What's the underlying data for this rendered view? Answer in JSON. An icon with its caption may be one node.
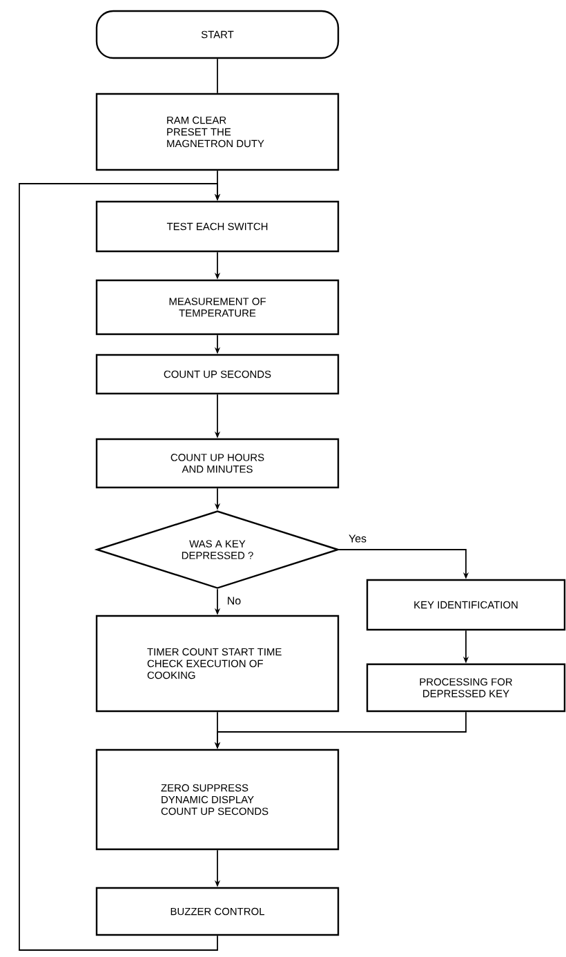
{
  "diagram": {
    "nodes": [
      {
        "text": [
          "START"
        ]
      },
      {
        "text": [
          "RAM CLEAR PRESET THE MAGNETRON DUTY"
        ]
      },
      {
        "text": [
          "TEST EACH SWITCH"
        ]
      },
      {
        "text": [
          "MEASUREMENT OF TEMPERATURE"
        ]
      },
      {
        "text": [
          "COUNT UP SECONDS"
        ]
      },
      {
        "text": [
          "COUNT UP HOURS AND MINUTES"
        ]
      },
      {
        "text": [
          "WAS A KEY DEPRESSED ?"
        ]
      },
      {
        "text": [
          "TIMER COUNT START TIME CHECK EXECUTION OF COOKING"
        ]
      },
      {
        "text": [
          "KEY IDENTIFICATION"
        ]
      },
      {
        "text": [
          "PROCESSING FOR DEPRESSED KEY"
        ]
      },
      {
        "text": [
          "ZERO SUPPRESS DYNAMIC DISPLAY COUNT UP SECONDS"
        ]
      },
      {
        "text": [
          "BUZZER CONTROL"
        ]
      }
    ],
    "edges": [
      {
        "from": 0,
        "to": 1,
        "arrow": "none"
      },
      {
        "from": 1,
        "to": 2,
        "arrow": "to"
      },
      {
        "from": 2,
        "to": 3,
        "arrow": "to"
      },
      {
        "from": 3,
        "to": 4,
        "arrow": "to"
      },
      {
        "from": 4,
        "to": 5,
        "arrow": "to"
      },
      {
        "from": 5,
        "to": 6,
        "arrow": "to"
      },
      {
        "from": 6,
        "to": 7,
        "arrow": "to",
        "label": "No"
      },
      {
        "from": 6,
        "to": 8,
        "arrow": "to",
        "label": "Yes"
      },
      {
        "from": 8,
        "to": 9,
        "arrow": "to"
      },
      {
        "from": 7,
        "to": 10,
        "arrow": "to"
      },
      {
        "from": 9,
        "to": 10,
        "arrow": "to"
      },
      {
        "from": 10,
        "to": 11,
        "arrow": "to"
      },
      {
        "from": 11,
        "to": 2,
        "arrow": "to"
      }
    ]
  }
}
